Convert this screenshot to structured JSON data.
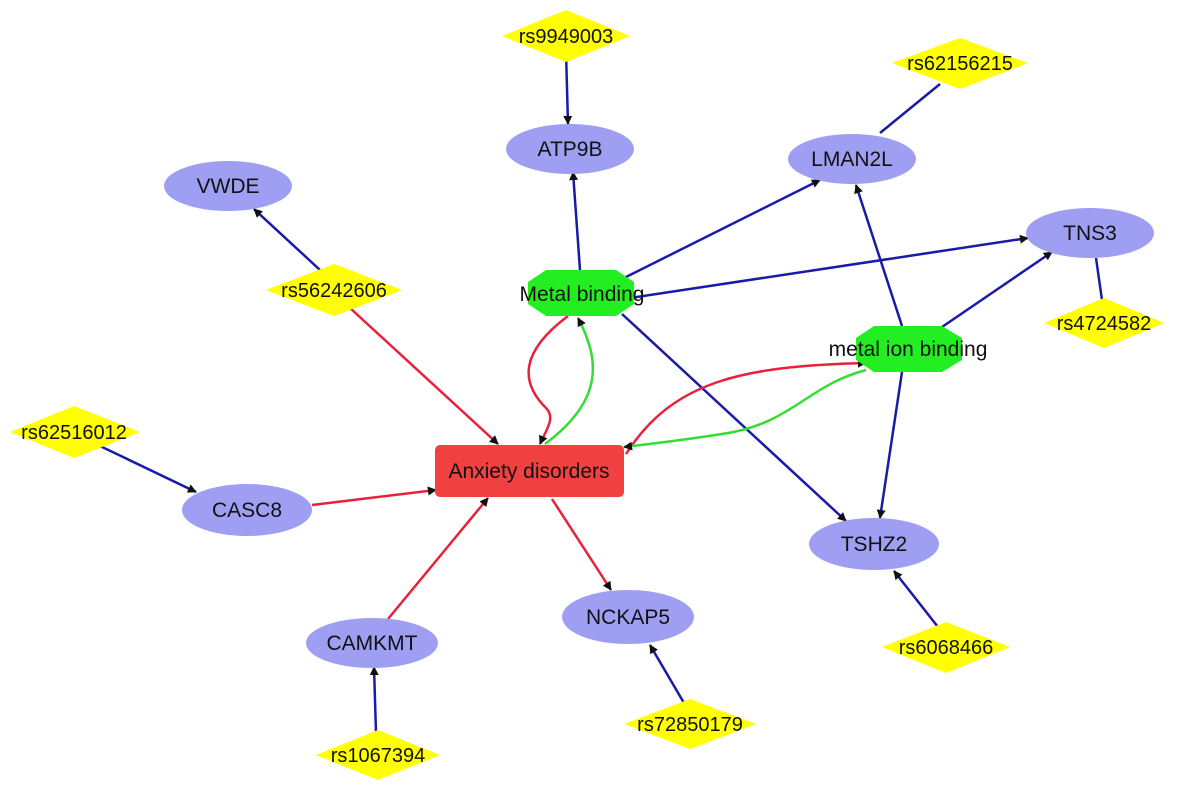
{
  "colors": {
    "gene_fill": "#9e9ef2",
    "snp_fill": "#ffff00",
    "function_fill": "#22ee22",
    "disease_fill": "#f04040",
    "edge_blue": "#1a1aa8",
    "edge_red": "#e8203c",
    "edge_green": "#33dd33",
    "arrow_fill": "#111111",
    "background": "#ffffff"
  },
  "disease": {
    "label": "Anxiety disorders",
    "shape": "rectangle"
  },
  "functions": [
    {
      "id": "metal-binding",
      "label": "Metal binding",
      "shape": "octagon"
    },
    {
      "id": "metal-ion-binding",
      "label": "metal ion binding",
      "shape": "octagon"
    }
  ],
  "genes": [
    {
      "id": "vwde",
      "label": "VWDE",
      "shape": "ellipse"
    },
    {
      "id": "atp9b",
      "label": "ATP9B",
      "shape": "ellipse"
    },
    {
      "id": "lman2l",
      "label": "LMAN2L",
      "shape": "ellipse"
    },
    {
      "id": "tns3",
      "label": "TNS3",
      "shape": "ellipse"
    },
    {
      "id": "casc8",
      "label": "CASC8",
      "shape": "ellipse"
    },
    {
      "id": "tshz2",
      "label": "TSHZ2",
      "shape": "ellipse"
    },
    {
      "id": "camkmt",
      "label": "CAMKMT",
      "shape": "ellipse"
    },
    {
      "id": "nckap5",
      "label": "NCKAP5",
      "shape": "ellipse"
    }
  ],
  "snps": [
    {
      "id": "rs9949003",
      "label": "rs9949003",
      "shape": "diamond"
    },
    {
      "id": "rs62156215",
      "label": "rs62156215",
      "shape": "diamond"
    },
    {
      "id": "rs56242606",
      "label": "rs56242606",
      "shape": "diamond"
    },
    {
      "id": "rs4724582",
      "label": "rs4724582",
      "shape": "diamond"
    },
    {
      "id": "rs62516012",
      "label": "rs62516012",
      "shape": "diamond"
    },
    {
      "id": "rs6068466",
      "label": "rs6068466",
      "shape": "diamond"
    },
    {
      "id": "rs72850179",
      "label": "rs72850179",
      "shape": "diamond"
    },
    {
      "id": "rs1067394",
      "label": "rs1067394",
      "shape": "diamond"
    }
  ],
  "edges": [
    {
      "from": "rs9949003",
      "to": "atp9b",
      "color": "blue",
      "arrow": true
    },
    {
      "from": "rs62156215",
      "to": "lman2l",
      "color": "blue",
      "arrow": false
    },
    {
      "from": "rs56242606",
      "to": "vwde",
      "color": "blue",
      "arrow": true
    },
    {
      "from": "rs56242606",
      "to": "anxiety",
      "color": "red",
      "arrow": true
    },
    {
      "from": "tns3",
      "to": "rs4724582",
      "color": "blue",
      "arrow": false
    },
    {
      "from": "rs62516012",
      "to": "casc8",
      "color": "blue",
      "arrow": true
    },
    {
      "from": "rs6068466",
      "to": "tshz2",
      "color": "blue",
      "arrow": true
    },
    {
      "from": "rs72850179",
      "to": "nckap5",
      "color": "blue",
      "arrow": true
    },
    {
      "from": "rs1067394",
      "to": "camkmt",
      "color": "blue",
      "arrow": true
    },
    {
      "from": "metal-binding",
      "to": "atp9b",
      "color": "blue",
      "arrow": true
    },
    {
      "from": "metal-binding",
      "to": "lman2l",
      "color": "blue",
      "arrow": true
    },
    {
      "from": "metal-binding",
      "to": "tns3",
      "color": "blue",
      "arrow": true
    },
    {
      "from": "metal-binding",
      "to": "tshz2",
      "color": "blue",
      "arrow": true
    },
    {
      "from": "metal-ion-binding",
      "to": "lman2l",
      "color": "blue",
      "arrow": true
    },
    {
      "from": "metal-ion-binding",
      "to": "tns3",
      "color": "blue",
      "arrow": true
    },
    {
      "from": "metal-ion-binding",
      "to": "tshz2",
      "color": "blue",
      "arrow": true
    },
    {
      "from": "metal-binding",
      "to": "anxiety",
      "color": "red",
      "arrow": true
    },
    {
      "from": "anxiety",
      "to": "metal-binding",
      "color": "green",
      "arrow": true
    },
    {
      "from": "anxiety",
      "to": "metal-ion-binding",
      "color": "red",
      "arrow": true
    },
    {
      "from": "metal-ion-binding",
      "to": "anxiety",
      "color": "green",
      "arrow": true
    },
    {
      "from": "casc8",
      "to": "anxiety",
      "color": "red",
      "arrow": true
    },
    {
      "from": "camkmt",
      "to": "anxiety",
      "color": "red",
      "arrow": true
    },
    {
      "from": "anxiety",
      "to": "nckap5",
      "color": "red",
      "arrow": true
    }
  ]
}
